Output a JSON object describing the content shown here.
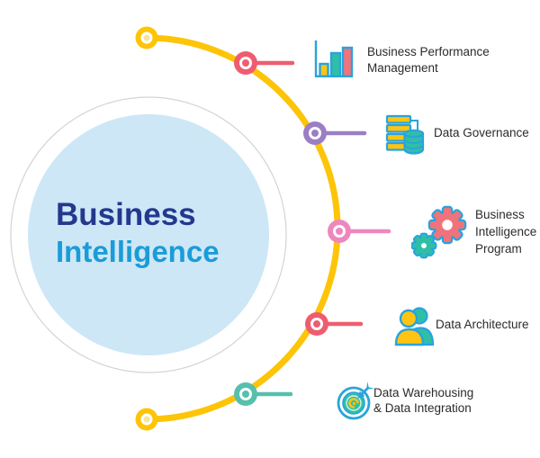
{
  "title": {
    "line1": "Business",
    "line2": "Intelligence"
  },
  "items": [
    {
      "id": "business-performance-management",
      "label": "Business Performance\nManagement",
      "icon": "bar-chart-icon",
      "accent": "#ee5d6f"
    },
    {
      "id": "data-governance",
      "label": "Data Governance",
      "icon": "database-icon",
      "accent": "#9b7ec3"
    },
    {
      "id": "business-intelligence-program",
      "label": "Business\nIntelligence\nProgram",
      "icon": "gears-icon",
      "accent": "#ee87be"
    },
    {
      "id": "data-architecture",
      "label": "Data Architecture",
      "icon": "people-icon",
      "accent": "#ee5d6f"
    },
    {
      "id": "data-warehousing-integration",
      "label": "Data Warehousing\n& Data Integration",
      "icon": "target-icon",
      "accent": "#56bfae"
    }
  ],
  "colors": {
    "arc_yellow": "#fdc408",
    "node_rose": "#ee5d6f",
    "node_purple": "#9b7ec3",
    "node_pink": "#ee87be",
    "node_teal": "#56bfae",
    "icon_blue": "#29a3dc",
    "icon_teal": "#2fbfa7",
    "icon_yellow": "#ffc411",
    "icon_pink": "#f0737c",
    "hub_fill": "#cde7f6",
    "hub_ring": "#d4d4d4",
    "title_navy": "#24388e",
    "title_blue": "#1a9cd8",
    "label_text": "#2b2b2b"
  }
}
